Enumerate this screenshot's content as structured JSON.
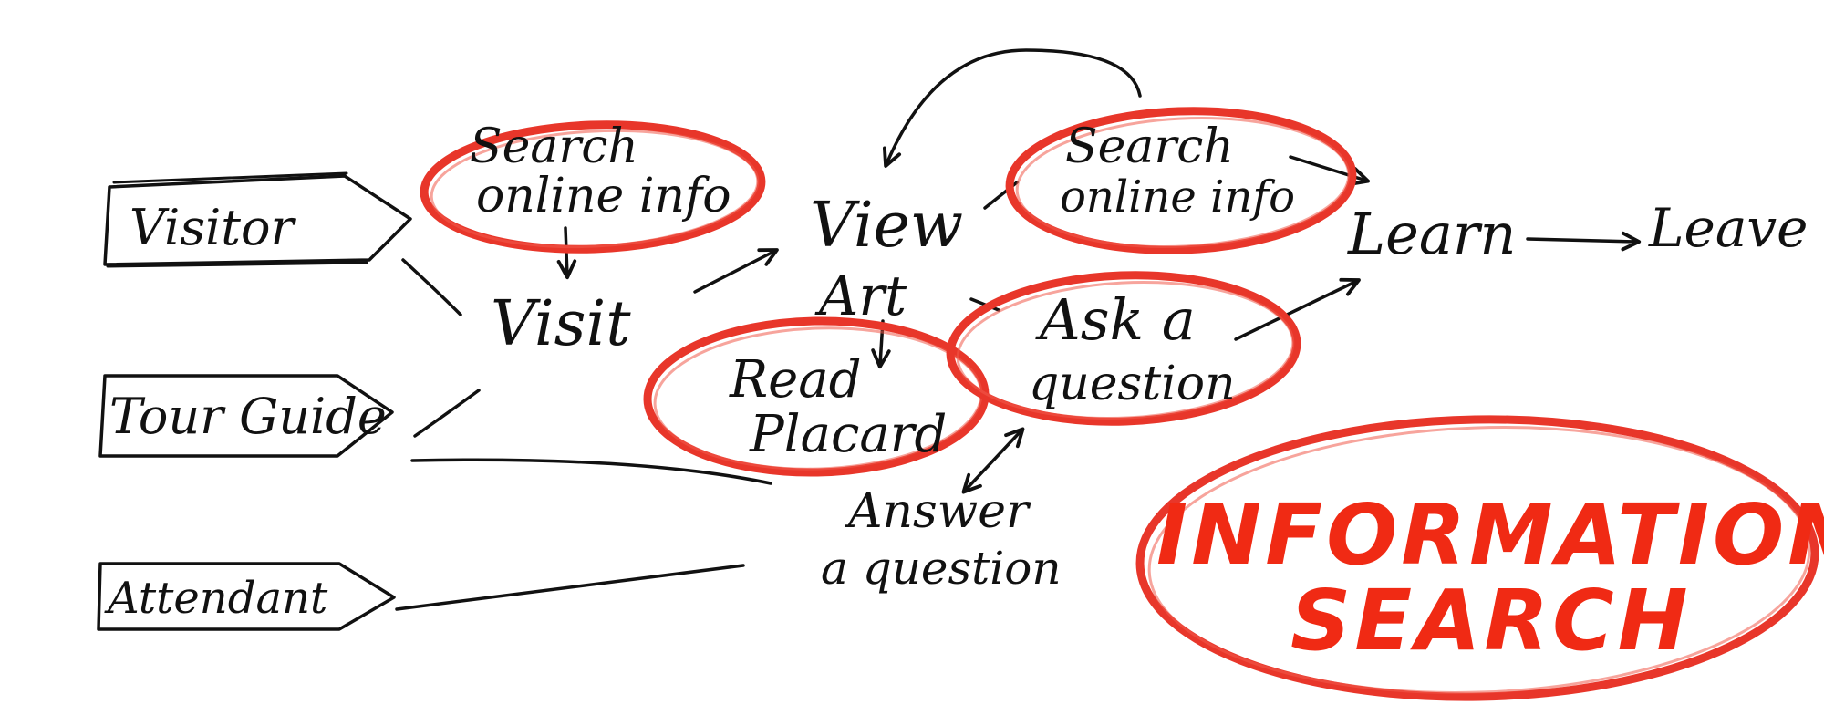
{
  "lanes": [
    {
      "label": "Visitor"
    },
    {
      "label": "Tour Guide"
    },
    {
      "label": "Attendant"
    }
  ],
  "nodes": {
    "search_online_info_1": [
      "Search",
      "online info"
    ],
    "visit": "Visit",
    "view_art": [
      "View",
      "Art"
    ],
    "search_online_info_2": [
      "Search",
      "online info"
    ],
    "learn": "Learn",
    "leave": "Leave",
    "ask_question": [
      "Ask a",
      "question"
    ],
    "read_placard": [
      "Read",
      "Placard"
    ],
    "answer_question": [
      "Answer",
      "a question"
    ]
  },
  "highlight": {
    "title": [
      "INFORMATION",
      "SEARCH"
    ]
  },
  "colors": {
    "ink": "#111111",
    "highlight_red": "#e8362a",
    "title_red": "#f02a14",
    "background": "#ffffff"
  }
}
